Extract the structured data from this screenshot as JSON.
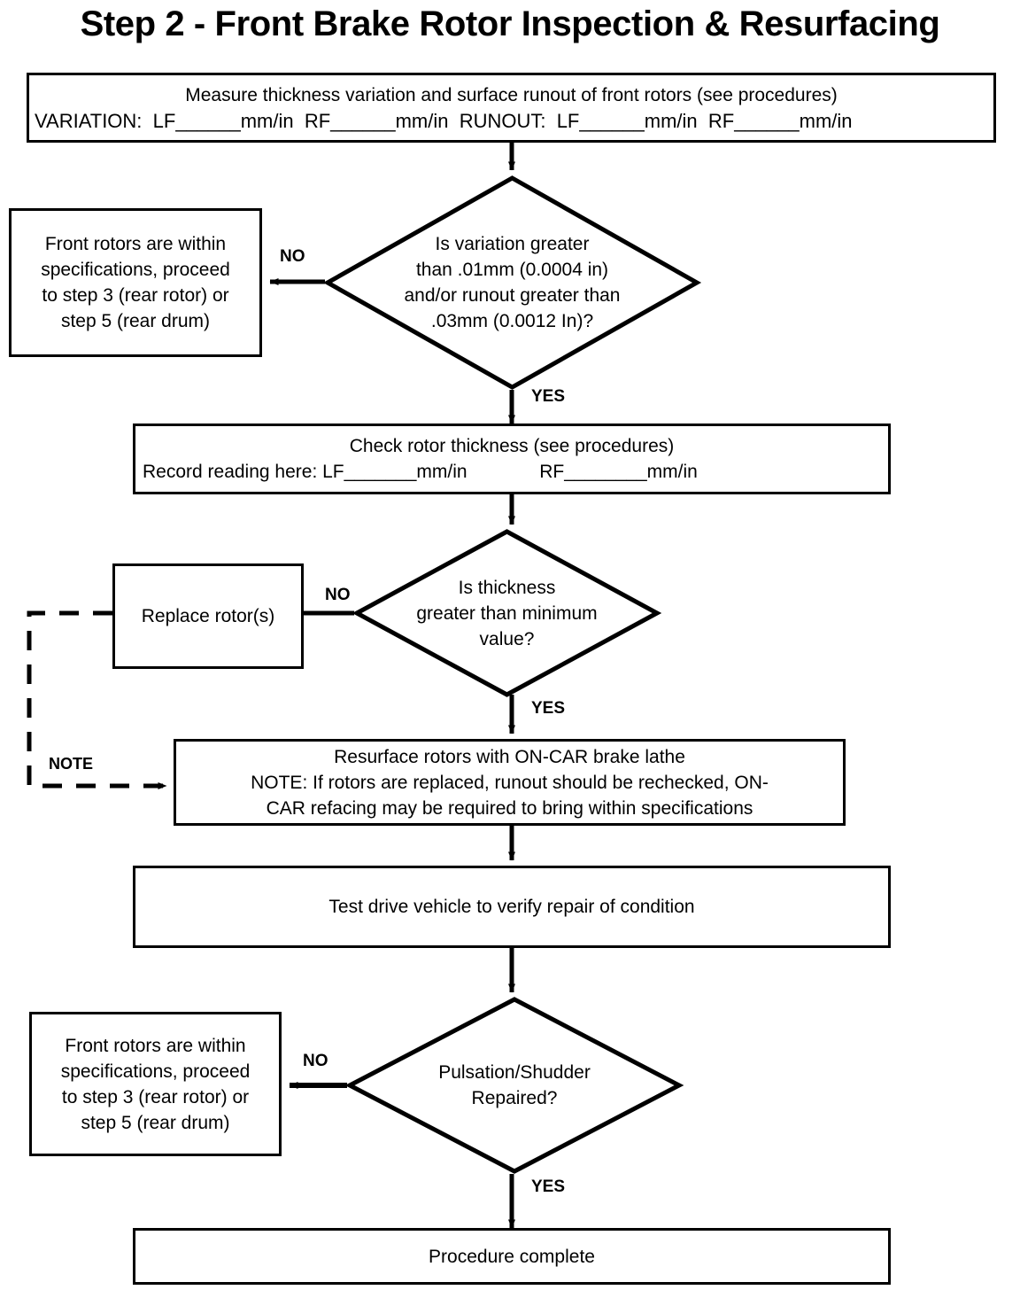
{
  "title": "Step 2 - Front Brake Rotor Inspection & Resurfacing",
  "colors": {
    "stroke": "#000000",
    "fill": "#ffffff",
    "text": "#000000"
  },
  "nodes": {
    "measure": {
      "type": "process",
      "line1": "Measure thickness variation and surface runout of front rotors (see procedures)",
      "line2": "VARIATION:  LF______mm/in  RF______mm/in  RUNOUT:  LF______mm/in  RF______mm/in"
    },
    "within_spec_top": {
      "type": "process",
      "line1": "Front rotors are within",
      "line2": "specifications, proceed",
      "line3": "to step 3 (rear rotor) or",
      "line4": "step 5 (rear drum)"
    },
    "variation_decision": {
      "type": "decision",
      "line1": "Is variation greater",
      "line2": "than .01mm (0.0004 in)",
      "line3": "and/or runout greater than",
      "line4": ".03mm (0.0012 In)?"
    },
    "check_thickness": {
      "type": "process",
      "line1": "Check rotor thickness (see procedures)",
      "line2": "Record reading here: LF_______mm/in              RF________mm/in"
    },
    "replace_rotors": {
      "type": "process",
      "line1": "Replace rotor(s)"
    },
    "thickness_decision": {
      "type": "decision",
      "line1": "Is thickness",
      "line2": "greater than minimum",
      "line3": "value?"
    },
    "resurface": {
      "type": "process",
      "line1": "Resurface rotors with ON-CAR brake lathe",
      "line2": "NOTE: If rotors are replaced, runout should be rechecked, ON-",
      "line3": "CAR refacing may be required to bring within specifications"
    },
    "test_drive": {
      "type": "process",
      "line1": "Test drive vehicle to verify repair of condition"
    },
    "within_spec_bottom": {
      "type": "process",
      "line1": "Front rotors are within",
      "line2": "specifications, proceed",
      "line3": "to step 3 (rear rotor) or",
      "line4": "step 5 (rear drum)"
    },
    "pulsation_decision": {
      "type": "decision",
      "line1": "Pulsation/Shudder",
      "line2": "Repaired?"
    },
    "procedure_complete": {
      "type": "process",
      "line1": "Procedure complete"
    }
  },
  "edge_labels": {
    "variation_no": "NO",
    "variation_yes": "YES",
    "thickness_no": "NO",
    "thickness_yes": "YES",
    "note": "NOTE",
    "pulsation_no": "NO",
    "pulsation_yes": "YES"
  }
}
